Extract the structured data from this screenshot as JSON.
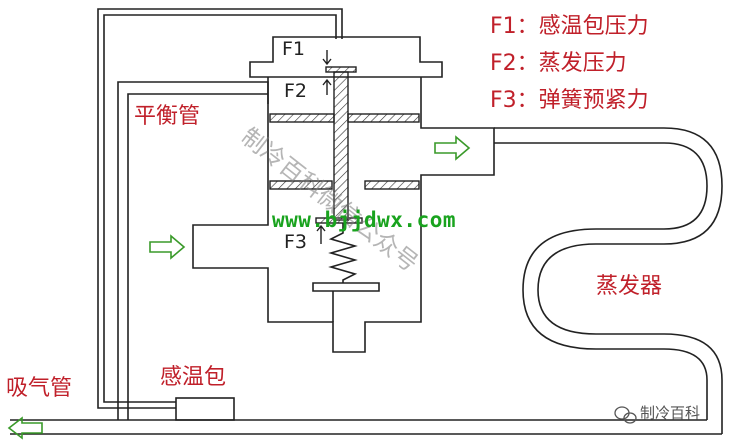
{
  "legend": [
    "F1：感温包压力",
    "F2：蒸发压力",
    "F3：弹簧预紧力"
  ],
  "force_labels": {
    "f1": "F1",
    "f2": "F2",
    "f3": "F3"
  },
  "component_labels": {
    "balance_pipe": "平衡管",
    "evaporator": "蒸发器",
    "sensing_bulb": "感温包",
    "suction_pipe": "吸气管"
  },
  "watermark": {
    "url": "www.bjjdwx.com",
    "text": "制冷百科微信公众号"
  },
  "brand": {
    "name": "制冷百科"
  },
  "colors": {
    "outline": "#222222",
    "label_red": "#c0202a",
    "arrow_green": "#3a9a2a",
    "url_green": "#19a31e",
    "hatch": "#333333"
  }
}
